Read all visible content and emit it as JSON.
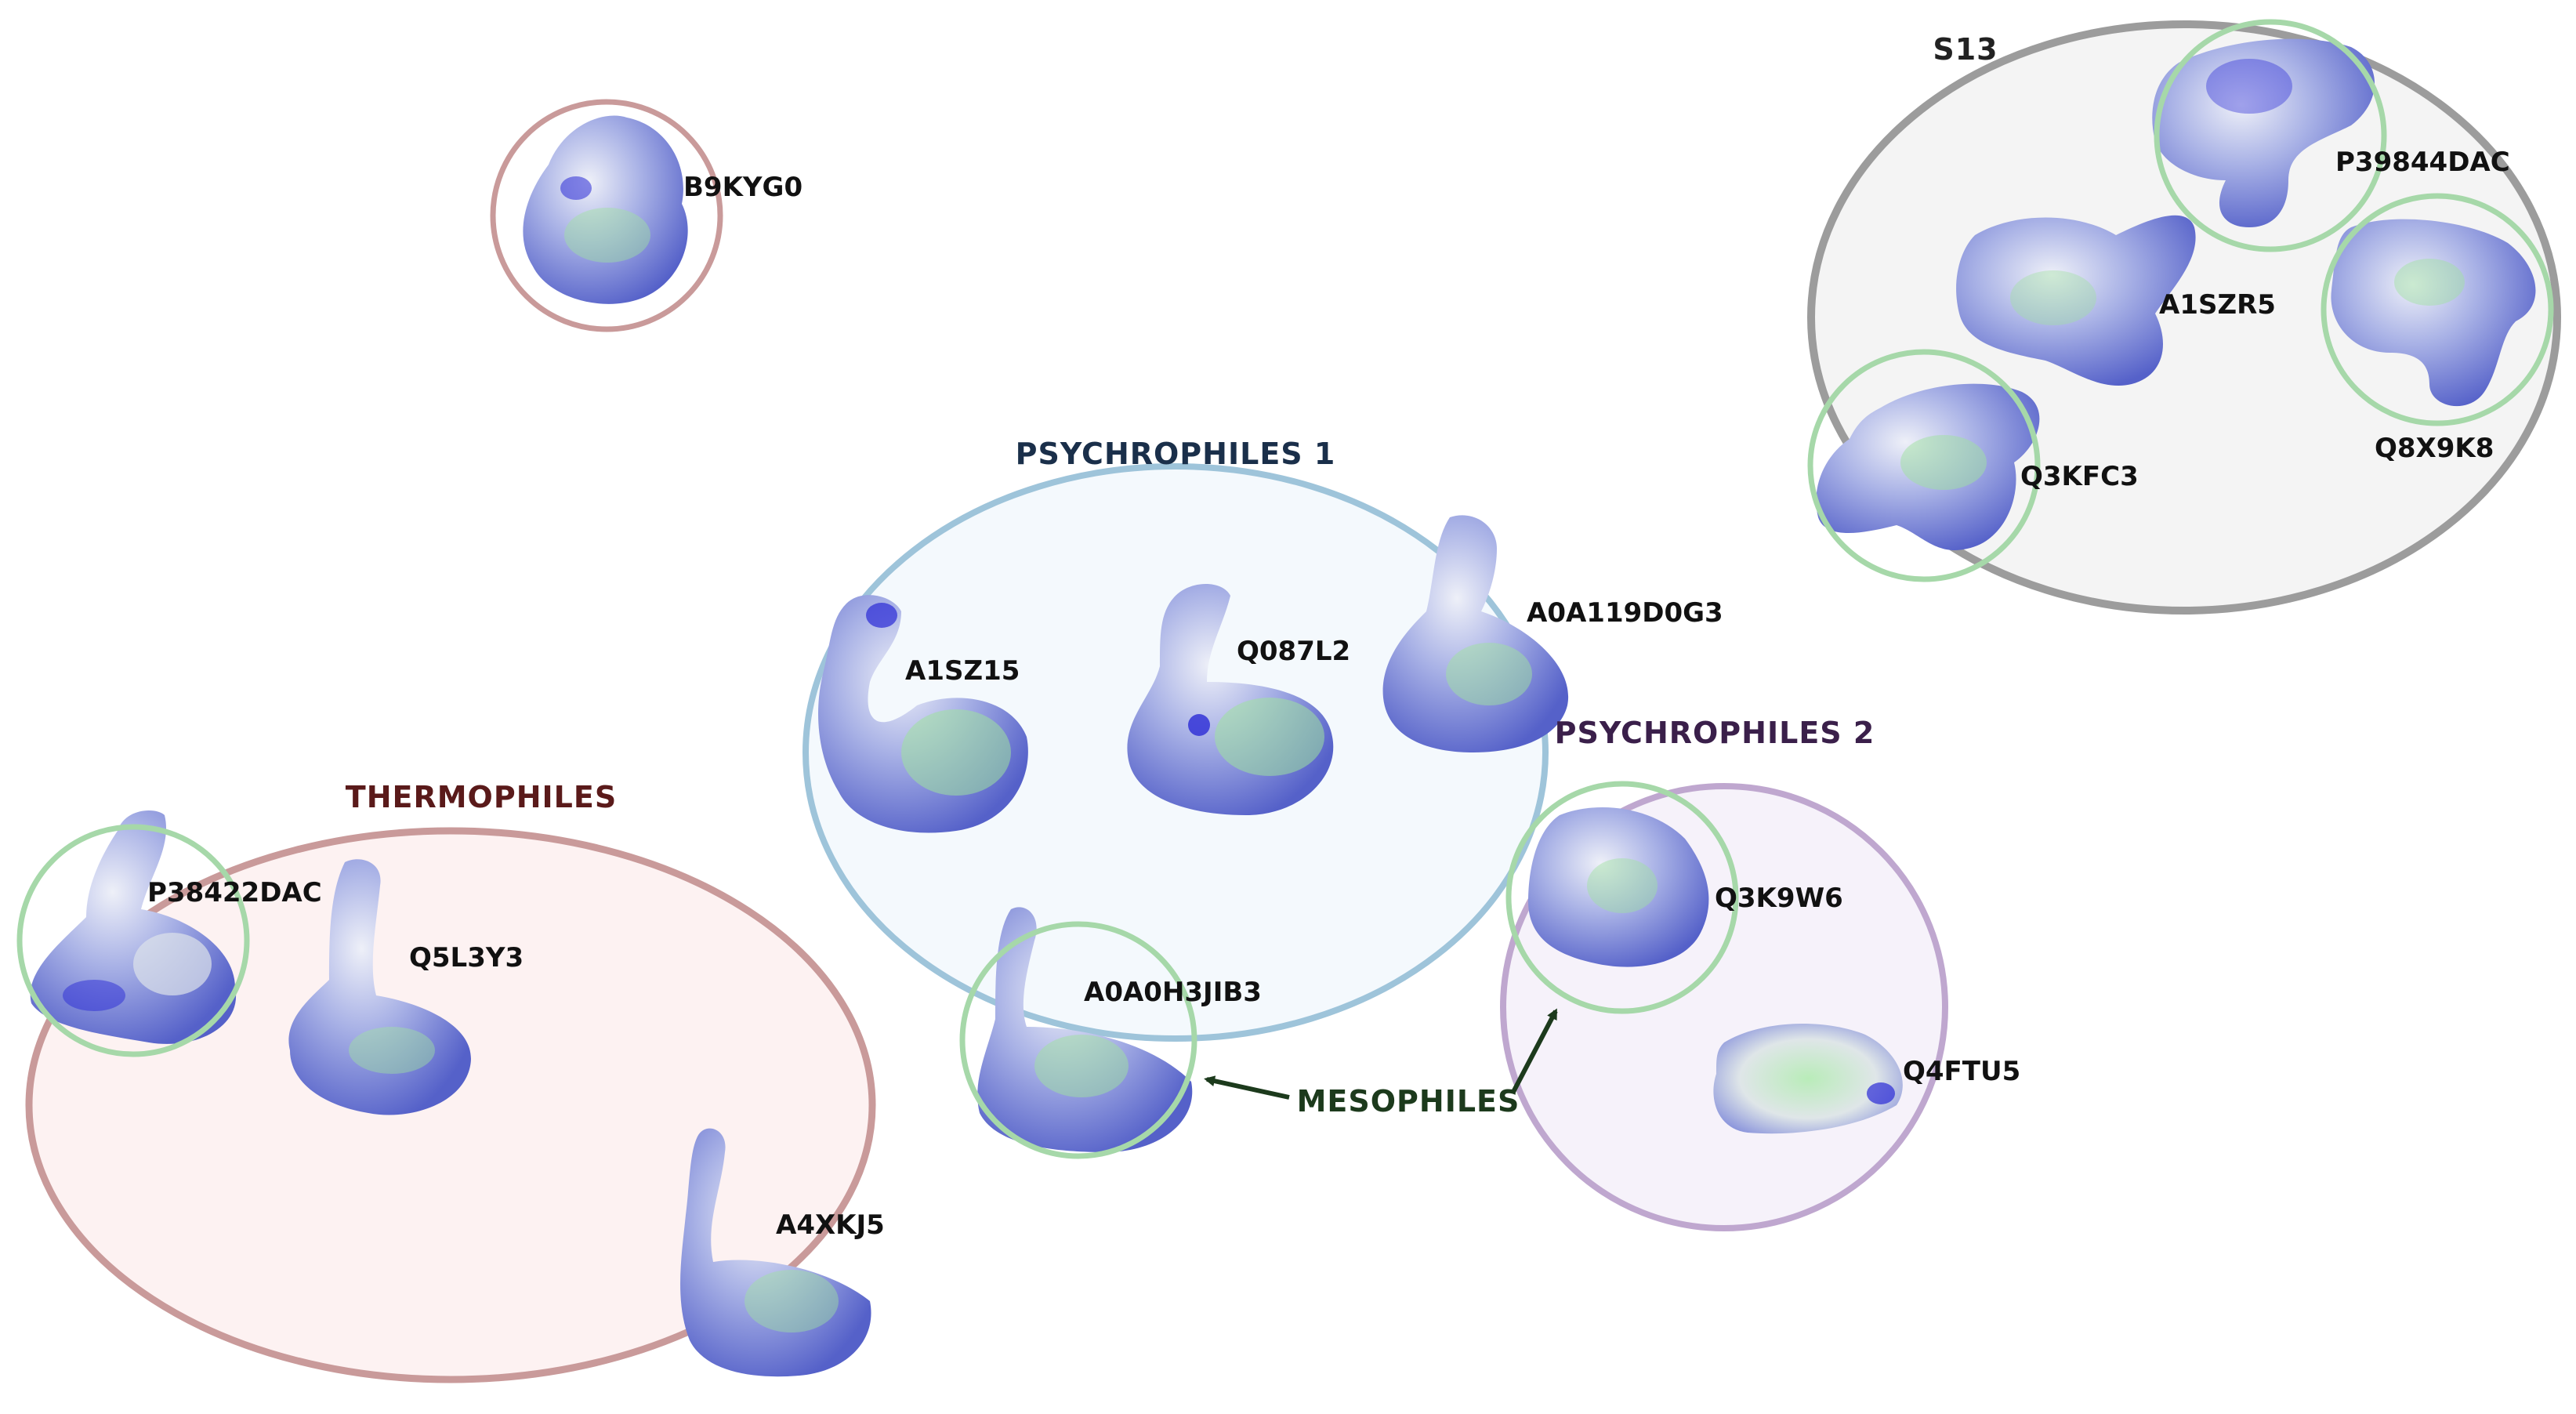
{
  "colors": {
    "thermophiles": "#5a1a1a",
    "thermophiles_ring": "#c99a9a",
    "thermophiles_fill": "#fdf2f2",
    "psychrophiles1": "#1a2f4a",
    "psychrophiles1_ring": "#9ec4da",
    "psychrophiles1_fill": "#f4f9fd",
    "psychrophiles2": "#3a1f4a",
    "psychrophiles2_ring": "#bfa7cf",
    "psychrophiles2_fill": "#f6f2fa",
    "s13_ring": "#9c9c9c",
    "s13_fill": "#f4f4f4",
    "mesophiles": "#1c3a1c",
    "mesophile_ring": "#a6d8a9",
    "singleton_ring": "#c99a9a",
    "protein_blue": "#6f7fd8",
    "protein_dark_blue": "#2a2ad6",
    "protein_white": "#e4e6ee",
    "protein_green": "#8fe08f"
  },
  "groups": {
    "thermophiles": "THERMOPHILES",
    "psychrophiles1": "PSYCHROPHILES 1",
    "psychrophiles2": "PSYCHROPHILES 2",
    "s13": "S13",
    "mesophiles": "MESOPHILES"
  },
  "proteins": {
    "b9kyg0": "B9KYG0",
    "p38422dac": "P38422DAC",
    "q5l3y3": "Q5L3Y3",
    "a4xkj5": "A4XKJ5",
    "a1sz15": "A1SZ15",
    "q087l2": "Q087L2",
    "a0a119d0g3": "A0A119D0G3",
    "a0a0h3jib3": "A0A0H3JIB3",
    "q3k9w6": "Q3K9W6",
    "q4ftu5": "Q4FTU5",
    "p39844dac": "P39844DAC",
    "a1szr5": "A1SZR5",
    "q8x9k8": "Q8X9K8",
    "q3kfc3": "Q3KFC3"
  }
}
